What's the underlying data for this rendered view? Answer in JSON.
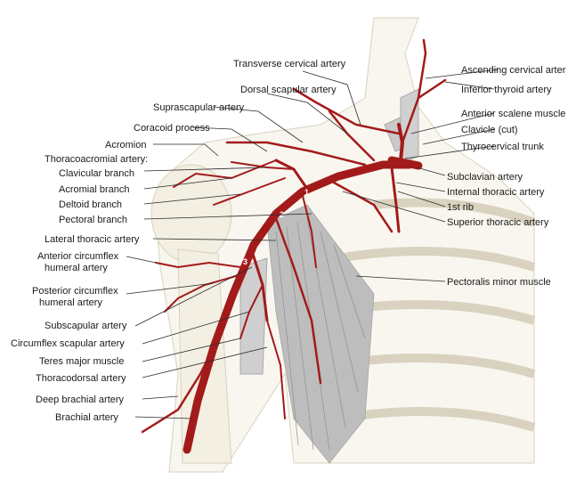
{
  "labels": {
    "transverse_cervical_artery": "Transverse cervical artery",
    "ascending_cervical_artery": "Ascending cervical arter",
    "dorsal_scapular_artery": "Dorsal scapular artery",
    "inferior_thyroid_artery": "Inferior thyroid artery",
    "suprascapular_artery": "Suprascapular artery",
    "anterior_scalene_muscle": "Anterior scalene muscle",
    "coracoid_process": "Coracoid process",
    "clavicle_cut": "Clavicle (cut)",
    "acromion": "Acromion",
    "thyrocervical_trunk": "Thyrocervical trunk",
    "thoracoacromial_artery": "Thoracoacromial artery:",
    "clavicular_branch": "Clavicular branch",
    "subclavian_artery": "Subclavian artery",
    "acromial_branch": "Acromial branch",
    "internal_thoracic_artery": "Internal thoracic artery",
    "deltoid_branch": "Deltoid branch",
    "first_rib": "1st rib",
    "pectoral_branch": "Pectoral branch",
    "superior_thoracic_artery": "Superior thoracic artery",
    "lateral_thoracic_artery": "Lateral thoracic artery",
    "anterior_circumflex_line1": "Anterior circumflex",
    "anterior_circumflex_line2": "humeral artery",
    "pectoralis_minor_muscle": "Pectoralis minor muscle",
    "posterior_circumflex_line1": "Posterior circumflex",
    "posterior_circumflex_line2": "humeral artery",
    "subscapular_artery": "Subscapular artery",
    "circumflex_scapular_artery": "Circumflex scapular artery",
    "teres_major_muscle": "Teres major muscle",
    "thoracodorsal_artery": "Thoracodorsal artery",
    "deep_brachial_artery": "Deep brachial artery",
    "brachial_artery": "Brachial artery",
    "segment_1": "1",
    "segment_2": "2",
    "segment_3": "3"
  },
  "colors": {
    "artery": "#a31a1a",
    "bone": "#f3efe2",
    "muscle": "#bdbdbd",
    "leader": "#2b2b2b"
  }
}
